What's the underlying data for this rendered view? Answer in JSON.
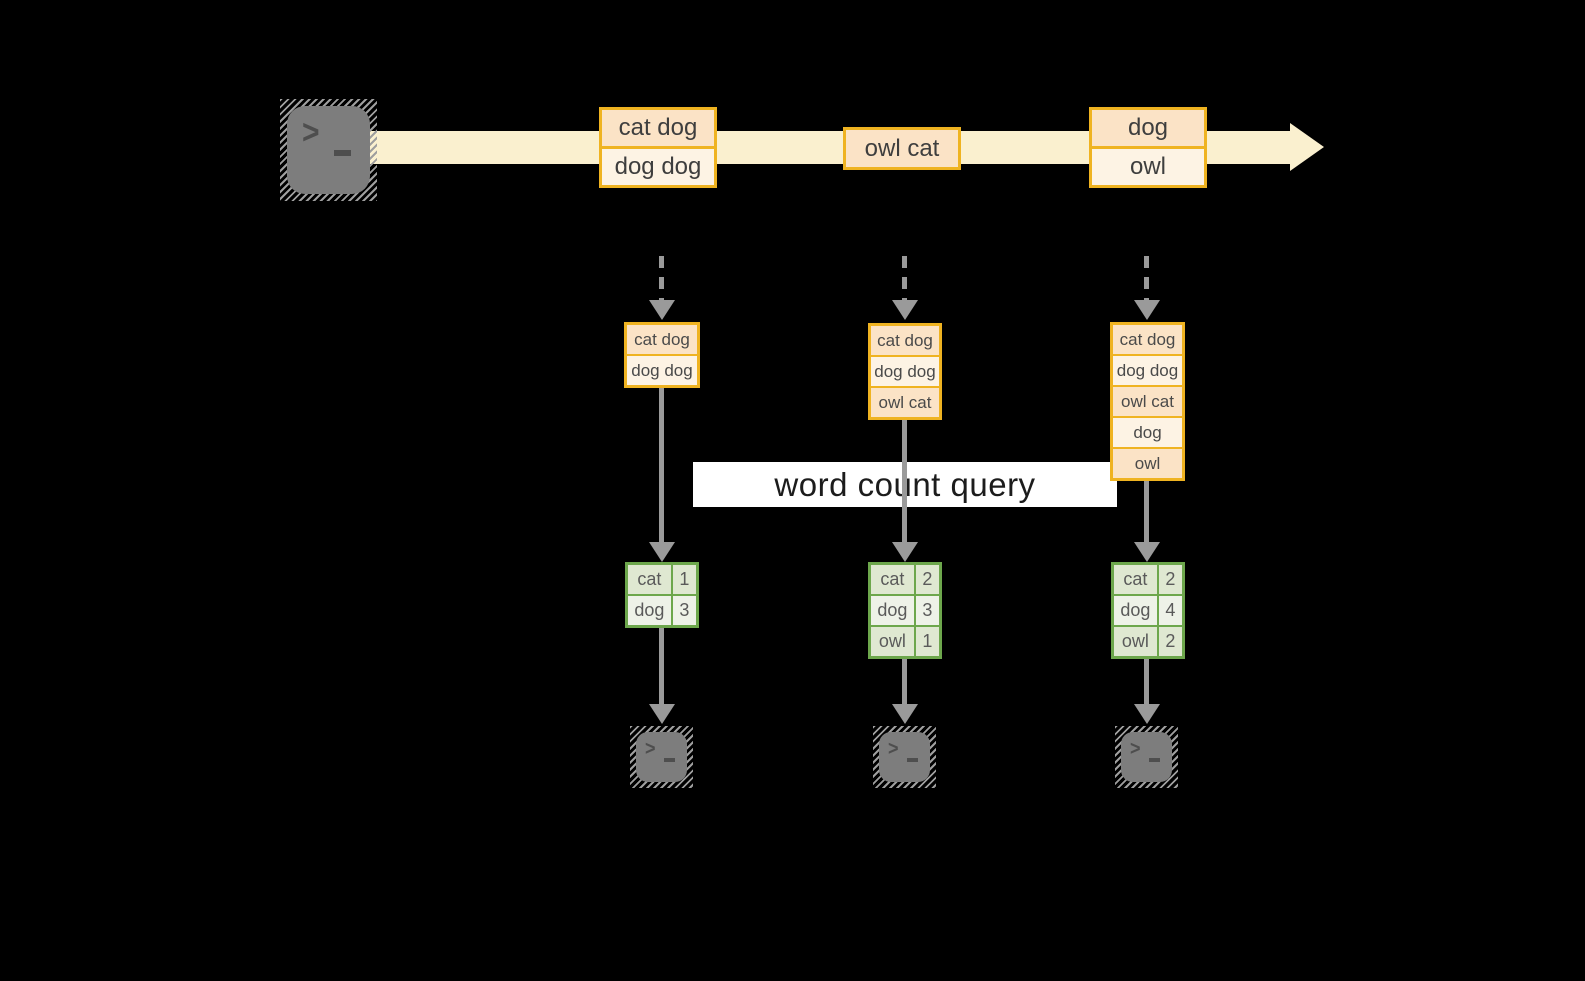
{
  "query": {
    "label": "word count query"
  },
  "icons": {
    "prompt_char": ">"
  },
  "colors": {
    "background": "#000000",
    "stream_band": "#faf0cf",
    "box_border": "#efb321",
    "box_fill_dark": "#fbe3c6",
    "box_fill_light": "#fdf3e4",
    "table_border": "#6da74c",
    "table_fill_dark": "#dfe8d1",
    "table_fill_light": "#eef2e8",
    "connector_gray": "#9a9a9a",
    "terminal_gray": "#7d7d7d",
    "banner_bg": "#ffffff"
  },
  "stream": {
    "messages": [
      {
        "lines": [
          "cat dog",
          "dog dog"
        ]
      },
      {
        "lines": [
          "owl cat"
        ]
      },
      {
        "lines": [
          "dog",
          "owl"
        ]
      }
    ]
  },
  "columns": [
    {
      "window": {
        "rows": [
          "cat dog",
          "dog dog"
        ]
      },
      "counts": {
        "rows": [
          {
            "word": "cat",
            "count": "1"
          },
          {
            "word": "dog",
            "count": "3"
          }
        ]
      }
    },
    {
      "window": {
        "rows": [
          "cat dog",
          "dog dog",
          "owl cat"
        ]
      },
      "counts": {
        "rows": [
          {
            "word": "cat",
            "count": "2"
          },
          {
            "word": "dog",
            "count": "3"
          },
          {
            "word": "owl",
            "count": "1"
          }
        ]
      }
    },
    {
      "window": {
        "rows": [
          "cat dog",
          "dog dog",
          "owl cat",
          "dog",
          "owl"
        ]
      },
      "counts": {
        "rows": [
          {
            "word": "cat",
            "count": "2"
          },
          {
            "word": "dog",
            "count": "4"
          },
          {
            "word": "owl",
            "count": "2"
          }
        ]
      }
    }
  ]
}
